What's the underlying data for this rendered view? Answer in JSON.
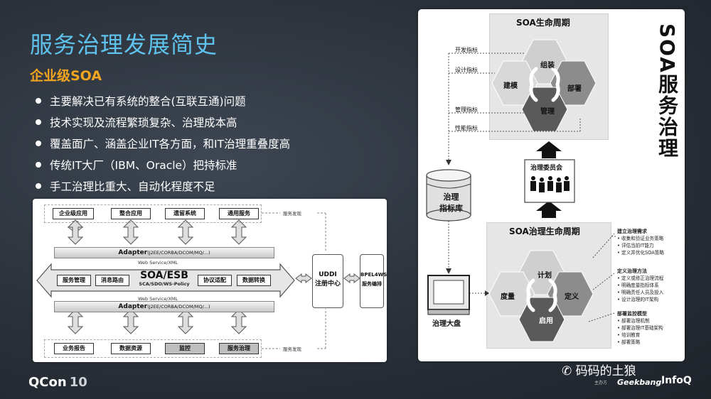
{
  "slide": {
    "title": "服务治理发展简史",
    "subtitle": "企业级SOA",
    "bullets": [
      "主要解决已有系统的整合(互联互通)问题",
      "技术实现及流程繁琐复杂、治理成本高",
      "覆盖面广、涵盖企业IT各方面，和IT治理重叠度高",
      "传统IT大厂（IBM、Oracle）把持标准",
      "手工治理比重大、自动化程度不足"
    ]
  },
  "esb": {
    "top_apps": [
      "企业级应用",
      "整合应用",
      "遗留系统",
      "通用服务"
    ],
    "adapter_label": "Adapter",
    "adapter_detail": "(J2EE/CORBA/DCOM/MQ/...)",
    "web_service": "Web Service/XML",
    "left_services": [
      "服务管理",
      "消息路由"
    ],
    "esb_title": "SOA/ESB",
    "esb_sub": "SCA/SDO/WS-Policy",
    "right_services": [
      "协议适配",
      "数据转换"
    ],
    "bottom_apps": [
      "业务报告",
      "数据资源",
      "监控",
      "服务治理"
    ],
    "discovery_top": "服务发现",
    "discovery_bottom": "服务发现",
    "uddi": [
      "UDDI",
      "注册中心"
    ],
    "bpel": [
      "BPEL4WS",
      "服务编排"
    ]
  },
  "soa": {
    "vertical_title": "SOA服务治理",
    "lifecycle_title": "SOA生命周期",
    "hex_top": [
      "组装",
      "建模",
      "部署",
      "管理"
    ],
    "indicators": [
      "开发指标",
      "设计指标",
      "管理指标",
      "性能指标"
    ],
    "committee": "治理委员会",
    "db_label": [
      "治理",
      "指标库"
    ],
    "gov_lifecycle_title": "SOA治理生命周期",
    "hex_bottom": [
      "计划",
      "度量",
      "定义",
      "启用"
    ],
    "dashboard": "治理大盘",
    "notes": [
      {
        "head": "建立治理需求",
        "items": [
          "收集和验证业务策略",
          "评估当前IT能力",
          "定义并优化SOA策略"
        ]
      },
      {
        "head": "定义治理方法",
        "items": [
          "定义或修正治理流程",
          "明确度量指标体系",
          "明确责任人员及投入",
          "设计治理的IT架构"
        ]
      },
      {
        "head": "部署监控模型",
        "items": [
          "部署治理机制",
          "部署治理IT基础架构",
          "培训教育",
          "部署策略"
        ]
      }
    ]
  },
  "footer": {
    "logo": "QCon",
    "logo_num": "10",
    "watermark": "码码的土狼",
    "brand_geek": "Geekbang›",
    "brand_infoq": "InfoQ",
    "brand_tag": "主办方"
  },
  "colors": {
    "title": "#5ec2ec",
    "subtitle": "#f3a51f",
    "hex_light": "#cfcfcf",
    "hex_mid": "#8c8c8c",
    "hex_dark": "#5a5a5a"
  }
}
